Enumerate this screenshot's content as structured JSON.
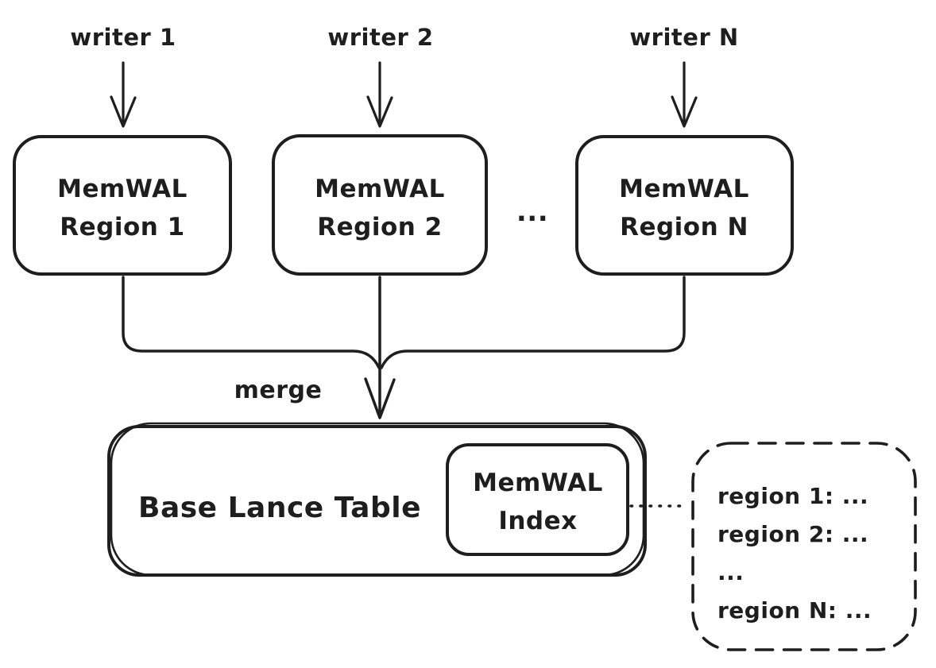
{
  "diagram": {
    "title_semantic": "MemWAL merge architecture diagram",
    "writers": [
      {
        "label": "writer 1"
      },
      {
        "label": "writer 2"
      },
      {
        "label": "writer N"
      }
    ],
    "regions": [
      {
        "line1": "MemWAL",
        "line2": "Region 1"
      },
      {
        "line1": "MemWAL",
        "line2": "Region 2"
      },
      {
        "line1": "MemWAL",
        "line2": "Region N"
      }
    ],
    "regions_ellipsis": "...",
    "merge_label": "merge",
    "base_table": {
      "label": "Base Lance Table"
    },
    "index_box": {
      "line1": "MemWAL",
      "line2": "Index"
    },
    "index_mapping": {
      "entries": [
        "region 1: ...",
        "region 2: ...",
        "...",
        "region N: ..."
      ]
    },
    "colors": {
      "stroke": "#1e1e1e",
      "region_fill": "#ffc9c9",
      "index_fill": "#a5d8ff",
      "background": "#ffffff"
    }
  }
}
